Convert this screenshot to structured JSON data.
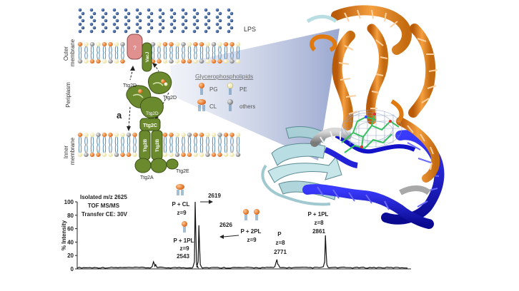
{
  "labels": {
    "lps": "LPS",
    "outer_membrane": [
      "Outer",
      "membrane"
    ],
    "periplasm": "Periplasm",
    "inner_membrane": [
      "Inner",
      "membrane"
    ],
    "panel_a": "a",
    "unknown_protein": "?",
    "vacj": "VacJ",
    "ttg2d_left": "Ttg2D",
    "ttg2d_right": "Ttg2D",
    "ttg2d_bottom": "Ttg2D",
    "ttg2c": "Ttg2C",
    "ttg2b_left": "Ttg2B",
    "ttg2b_right": "Ttg2B",
    "ttg2a": "Ttg2A",
    "ttg2e": "Ttg2E"
  },
  "legend": {
    "title": "Glycerophospholipids",
    "pg": "PG",
    "pe": "PE",
    "cl": "CL",
    "others": "others"
  },
  "colors": {
    "protein_green": "#6b8a2e",
    "unknown_pink": "#e0908e",
    "lipid_orange": "#e8731e",
    "lipid_yellow": "#f3e8a0",
    "lipid_grey": "#909090",
    "lps_blue": "#2f4a78",
    "helix_orange": "#f08c1a",
    "helix_blue": "#1212c8",
    "sheet_cyan": "#b8dde2",
    "ligand_green": "#38c060"
  },
  "spectrum": {
    "info": [
      "Isolated m/z 2625",
      "TOF MS/MS",
      "Transfer CE: 30V"
    ],
    "ylabel": "% Intensity",
    "yticks": [
      "0",
      "20",
      "40",
      "60",
      "80",
      "100"
    ],
    "peaks": [
      {
        "mz": 2543,
        "intensity": 8
      },
      {
        "mz": 2619,
        "intensity": 100
      },
      {
        "mz": 2626,
        "intensity": 65
      },
      {
        "mz": 2771,
        "intensity": 14
      },
      {
        "mz": 2861,
        "intensity": 50
      }
    ],
    "annotations": {
      "p_cl": [
        "P + CL",
        "z=9"
      ],
      "peak_2619": "2619",
      "peak_2626": "2626",
      "p_1pl_z9": [
        "P + 1PL",
        "z=9"
      ],
      "peak_2543": "2543",
      "p_2pl": [
        "P + 2PL",
        "z=9"
      ],
      "p_z8": [
        "P",
        "z=8"
      ],
      "peak_2771": "2771",
      "p_1pl_z8": [
        "P + 1PL",
        "z=8"
      ],
      "peak_2861": "2861"
    }
  }
}
